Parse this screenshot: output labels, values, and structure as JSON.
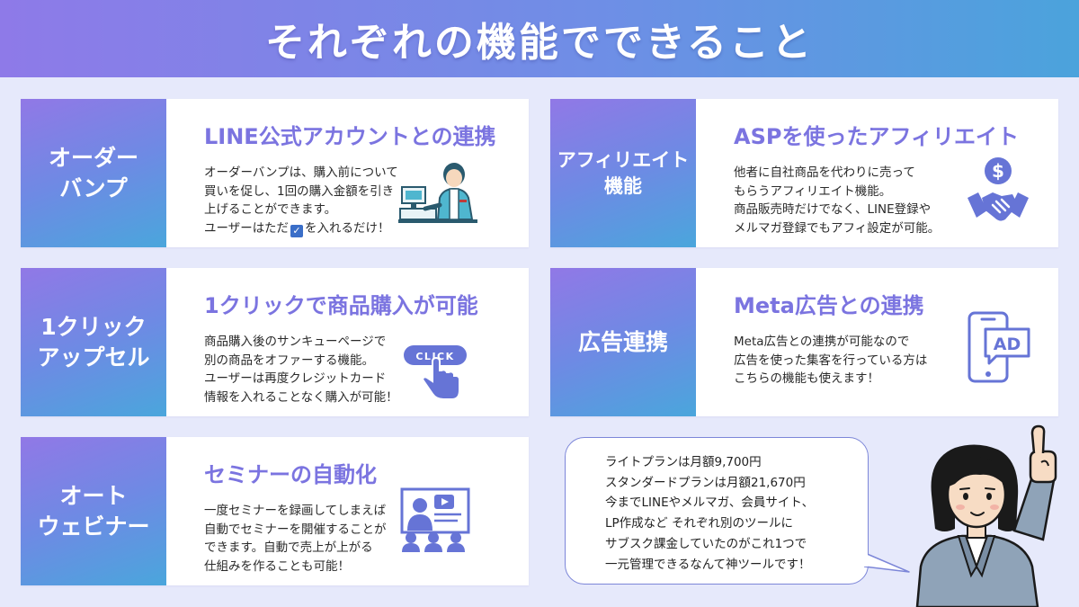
{
  "header": {
    "title": "それぞれの機能でできること"
  },
  "cards": [
    {
      "label": [
        "オーダー",
        "バンプ"
      ],
      "title": "LINE公式アカウントとの連携",
      "desc": [
        "オーダーバンプは、購入前について",
        "買いを促し、1回の購入金額を引き",
        "上げることができます。"
      ],
      "desc_last_pre": "ユーザーはただ",
      "desc_last_check": "✓",
      "desc_last_post": "を入れるだけ！",
      "icon": "cashier-icon"
    },
    {
      "label": [
        "アフィリエイト",
        "機能"
      ],
      "title": "ASPを使ったアフィリエイト",
      "desc": [
        "他者に自社商品を代わりに売って",
        "もらうアフィリエイト機能。",
        "商品販売時だけでなく、LINE登録や",
        "メルマガ登録でもアフィ設定が可能。"
      ],
      "icon": "handshake-dollar-icon"
    },
    {
      "label": [
        "1クリック",
        "アップセル"
      ],
      "title": "1クリックで商品購入が可能",
      "desc": [
        "商品購入後のサンキューページで",
        "別の商品をオファーする機能。",
        "ユーザーは再度クレジットカード",
        "情報を入れることなく購入が可能！"
      ],
      "icon": "click-button-icon",
      "icon_text": "CLICK"
    },
    {
      "label": [
        "広告連携"
      ],
      "title": "Meta広告との連携",
      "desc": [
        "Meta広告との連携が可能なので",
        "広告を使った集客を行っている方は",
        "こちらの機能も使えます！"
      ],
      "icon": "smartphone-ad-icon",
      "icon_text": "AD"
    },
    {
      "label": [
        "オート",
        "ウェビナー"
      ],
      "title": "セミナーの自動化",
      "desc": [
        "一度セミナーを録画してしまえば",
        "自動でセミナーを開催することが",
        "できます。自動で売上が上がる",
        "仕組みを作ることも可能！"
      ],
      "icon": "webinar-icon"
    }
  ],
  "bubble": {
    "lines": [
      "ライトプランは月額9,700円",
      "スタンダードプランは月額21,670円",
      "今までLINEやメルマガ、会員サイト、",
      "LP作成など それぞれ別のツールに",
      "サブスク課金していたのがこれ1つで",
      "一元管理できるなんて神ツールです！"
    ]
  },
  "colors": {
    "accent": "#7b74e0",
    "gradient_start": "#9178e6",
    "gradient_end": "#4aa6dc",
    "background": "#e6e9fb",
    "icon_blue": "#6674d6"
  }
}
